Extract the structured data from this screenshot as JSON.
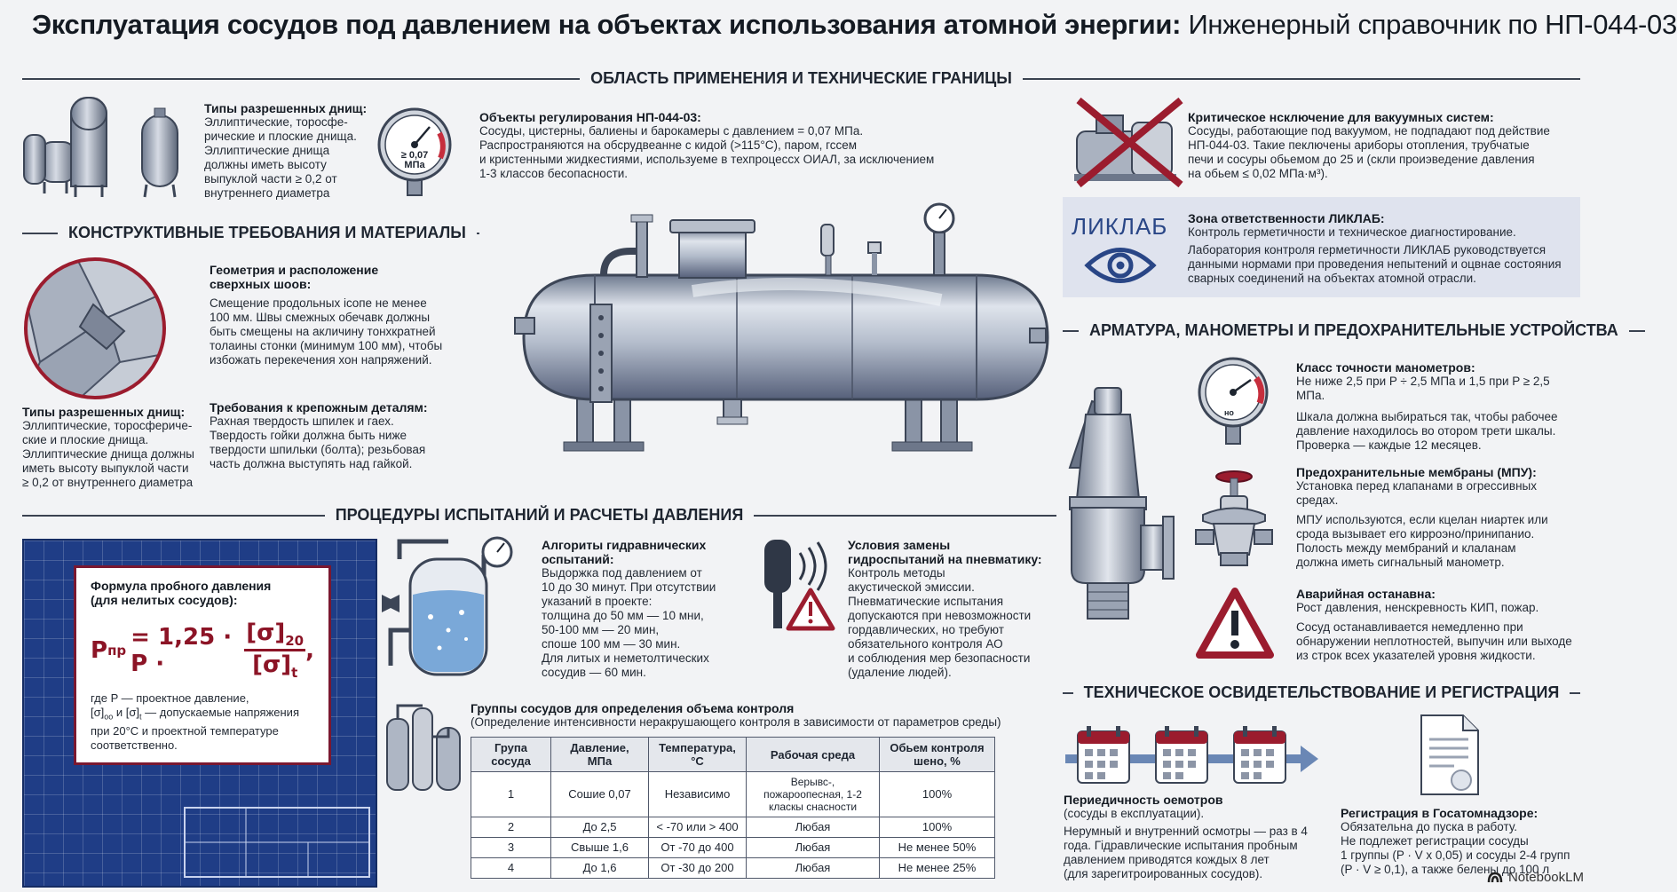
{
  "header": {
    "title_bold": "Эксплуатация сосудов под давлением на объектах использования атомной энергии:",
    "title_rest": "Инженерный справочник по НП-044-03"
  },
  "sections": {
    "scope": "ОБЛАСТЬ ПРИМЕНЕНИЯ И ТЕХНИЧЕСКИЕ ГРАНИЦЫ",
    "design": "КОНСТРУКТИВНЫЕ ТРЕБОВАНИЯ И МАТЕРИАЛЫ",
    "tests": "ПРОЦЕДУРЫ ИСПЫТАНИЙ И РАСЧЕТЫ ДАВЛЕНИЯ",
    "fittings": "АРМАТУРА, МАНОМЕТРЫ И ПРЕДОХРАНИТЕЛЬНЫЕ УСТРОЙСТВА",
    "inspection": "ТЕХНИЧЕСКОЕ ОСВИДЕТЕЛЬСТВОВАНИЕ И РЕГИСТРАЦИЯ"
  },
  "bottoms_top": {
    "heading": "Типы разрешенных днищ:",
    "lines": [
      "Эллиптические, торосфе-",
      "рические и плоские днища.",
      "Эллиптические днища",
      "должны иметь высоту",
      "выпуклой части ≥ 0,2 от",
      "внутреннего диаметра"
    ]
  },
  "gauge_top": {
    "value": "≥ 0,07",
    "unit": "МПа"
  },
  "objects": {
    "heading": "Объекты регулирования НП-044-03:",
    "lines": [
      "Сосуды, цистерны, балиены и барокамеры с давлением = 0,07 МПа.",
      "Распространяются на обсрудвеанне с кидой (>115°C), паром, гссем",
      "и кристенными жидкестиями, используеме в техпроцессх ОИАЛ, за исключением",
      "1-3 классов бесопасности."
    ]
  },
  "vacuum": {
    "heading": "Критическое нсключение для вакуумных систем:",
    "lines": [
      "Сосуды, работающие под вакуумом, не подпадают под действие",
      "НП-044-03. Такие пеключены ариборы отопления, трубчатые",
      "печи и сосуры обьемом до 25 и (скли проиэведение давления",
      "на обьем ≤ 0,02 МПа·м³)."
    ]
  },
  "liklab": {
    "logo": "ЛИКЛАБ",
    "heading": "Зона ответственности ЛИКЛАБ:",
    "line1": "Контроль герметичности и техническое диагностирование.",
    "lines": [
      "Лаборатория контроля герметичности ЛИКЛАБ руководствуется",
      "данными нормами при проведения непытений и оцвнае состояния",
      "сварных соединений на объектах атомной отрасли."
    ]
  },
  "welds": {
    "heading": [
      "Геометрия и расположение",
      "сверхных шоов:"
    ],
    "lines": [
      "Смещение продольных icопе не менее",
      "100 мм. Швы смежных обечавк должны",
      "быть смещены на акличину тонхкратней",
      "толаины стонки (минимум 100 мм), чтобы",
      "избожать перекечения хон напряжений."
    ]
  },
  "bottoms_left": {
    "heading": "Типы разрешенных днищ:",
    "lines": [
      "Эллиптические, торосфериче-",
      "ские и плоские днища.",
      "Эллиптические днища должны",
      "иметь высоту выпуклой части",
      "≥ 0,2 от внутреннего диаметра"
    ]
  },
  "fasteners": {
    "heading": "Требования к крепожным деталям:",
    "lines": [
      "Рахная твердость шпилек и гаех.",
      "Твердость гойки должна быть ниже",
      "твердости шпильки (болта); резьбовая",
      "часть должна выступять над гайкой."
    ]
  },
  "formula": {
    "heading": [
      "Формула пробного давления",
      "(для нелитых сосудов):"
    ],
    "lhs": "P",
    "lhs_sub": "пр",
    "coef": "= 1,25 · P ·",
    "num": "[σ]",
    "num_sub": "20",
    "den": "[σ]",
    "den_sub": "t",
    "tail": ",",
    "note_1": "где P — проектное давление,",
    "note_2a": "[σ]",
    "note_2b": "оо",
    "note_2c": " и [σ]",
    "note_2d": "t",
    "note_2e": " — допускаемые напряжения",
    "note_3": "при 20°C и проектной температуре",
    "note_4": "соответственно."
  },
  "hydro": {
    "heading": [
      "Алгориты гидравнических",
      "оспытаний:"
    ],
    "lines": [
      "Выдоржка под давлением от",
      "10 до 30 минут. При отсутствии",
      "указаний в проекте:",
      "толщина до 50 мм — 10 мни,",
      "50-100 мм — 20 мин,",
      "споше 100 мм — 30 мин.",
      "Для литых и неметолтических",
      "сосудив — 60 мин."
    ]
  },
  "pneumo": {
    "heading": [
      "Условия замены",
      "гидроспытаний на пневматику:"
    ],
    "lines": [
      "Контроль методы",
      "акустической эмиссии.",
      "Пневматические испытания",
      "допускаются при невозможности",
      "гордавлических, но требуют",
      "обязательного контроля АО",
      "и соблюдения мер безопасности",
      "(удаление людей)."
    ]
  },
  "groups": {
    "heading": "Группы сосудов для определения объема контроля",
    "subheading": "(Определение интенсивности неракрушающего контроля в зависимости от параметров среды)",
    "columns": [
      "Група сосуда",
      "Давление, МПа",
      "Температура, °C",
      "Рабочая среда",
      "Обьем контроля шено, %"
    ],
    "rows": [
      [
        "1",
        "Сошие 0,07",
        "Независимо",
        "Верывс-, пожароопесная, 1-2 класкы снасности",
        "100%"
      ],
      [
        "2",
        "До 2,5",
        "< -70 или > 400",
        "Любая",
        "100%"
      ],
      [
        "3",
        "Свыше 1,6",
        "От -70 до 400",
        "Любая",
        "Не менее 50%"
      ],
      [
        "4",
        "До 1,6",
        "От -30 до 200",
        "Любая",
        "Не менее 25%"
      ]
    ]
  },
  "manometers": {
    "heading": "Класс точности манометров:",
    "line1": "Не ниже 2,5 при P ÷ 2,5 МПа и 1,5 при P ≥ 2,5 МПа.",
    "lines": [
      "Шкала должна выбираться так, чтобы рабочее",
      "давление находилось во отором трети шкалы.",
      "Проверка — каждые 12 месяцев."
    ],
    "gauge_unit": "но"
  },
  "membranes": {
    "heading": "Предохранительные мембраны (МПУ):",
    "lines1": [
      "Установка перед клапанами в огрессивных",
      "средах."
    ],
    "lines2": [
      "МПУ используются, если кцелан ниартек или",
      "срода вызывает его кирроэно/принипанио.",
      "Полость между мембраний и клаланам",
      "должна иметь сигнальный манометр."
    ]
  },
  "emergency": {
    "heading": "Аварийная останавна:",
    "line1": "Рост давления, ненскревность КИП, пожар.",
    "lines": [
      "Сосуд останавливается немедленно при",
      "обнаружении неплотностей, выпучин или выходе",
      "из строк всех указателей уровня жидкости."
    ]
  },
  "periodicity": {
    "heading": "Периедичность оемотров",
    "sub": "(сосуды в експлуатации).",
    "lines": [
      "Нерумный и внутренний осмотры — раз в 4",
      "года. Гідравлические испытания пробным",
      "давлением приводятся кождых 8 лет",
      "(для зарегитроированных сосудов)."
    ]
  },
  "registration": {
    "heading": "Регистрация в Госатомнадзоре:",
    "lines": [
      "Обязательна до пуска в работу.",
      "Не подлежет регистрации сосуды",
      "1 группы (P · V x 0,05) и сосуды 2-4 групп",
      "(P · V ≥ 0,1), а также белены до 100 л"
    ]
  },
  "brand": "NotebookLM",
  "colors": {
    "accent_red": "#9b1c2e",
    "blueprint": "#1f3d86",
    "steel": "#8e98aa",
    "dark": "#141a22"
  }
}
